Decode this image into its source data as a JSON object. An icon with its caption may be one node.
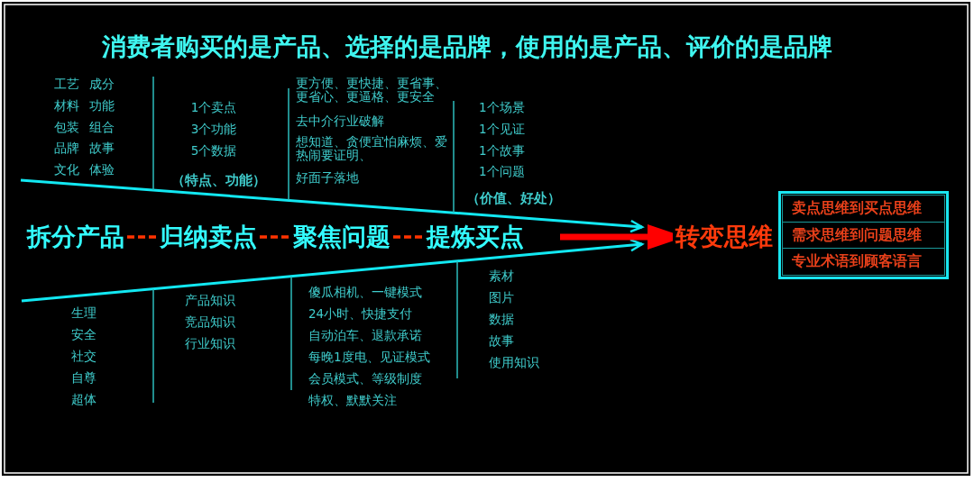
{
  "diagram": {
    "title": "消费者购买的是产品、选择的是品牌，使用的是产品、评价的是品牌",
    "nodes": [
      {
        "text": [
          "拆分产品"
        ]
      },
      {
        "text": [
          "归纳卖点"
        ]
      },
      {
        "text": [
          "聚焦问题"
        ]
      },
      {
        "text": [
          "提炼买点"
        ]
      },
      {
        "text": [
          "转变思维"
        ]
      },
      {
        "text": [],
        "shape": "box"
      },
      {
        "text": [
          "卖点思维到买点思维"
        ],
        "in": 5
      },
      {
        "text": [
          "需求思维到问题思维"
        ],
        "in": 5
      },
      {
        "text": [
          "专业术语到顾客语言"
        ],
        "in": 5
      }
    ],
    "edges": [
      {
        "from": 0,
        "to": 1,
        "arrow": "none",
        "style": "dashed",
        "color": "#ff3300"
      },
      {
        "from": 1,
        "to": 2,
        "arrow": "none",
        "style": "dashed",
        "color": "#ff3300"
      },
      {
        "from": 2,
        "to": 3,
        "arrow": "none",
        "style": "dashed",
        "color": "#ff3300"
      },
      {
        "from": null,
        "to": 4,
        "arrow": "to",
        "style": "thick",
        "color": "#ff0000"
      }
    ],
    "labels": [
      "工艺 成分",
      "材料 功能",
      "包装 组合",
      "品牌 故事",
      "文化 体验",
      "1个卖点",
      "3个功能",
      "5个数据",
      "（特点、功能）",
      "更方便、更快捷、更省事、更省心、更逼格、更安全",
      "去中介行业破解",
      "想知道、贪便宜怕麻烦、爱热闹要证明、",
      "好面子落地",
      "1个场景",
      "1个见证",
      "1个故事",
      "1个问题",
      "（价值、好处）",
      "生理",
      "安全",
      "社交",
      "自尊",
      "超体",
      "产品知识",
      "竞品知识",
      "行业知识",
      "傻瓜相机、一键模式",
      "24小时、快捷支付",
      "自动泊车、退款承诺",
      "每晚1度电、见证模式",
      "会员模式、等级制度",
      "特权、默默关注",
      "素材",
      "图片",
      "数据",
      "故事",
      "使用知识"
    ]
  }
}
